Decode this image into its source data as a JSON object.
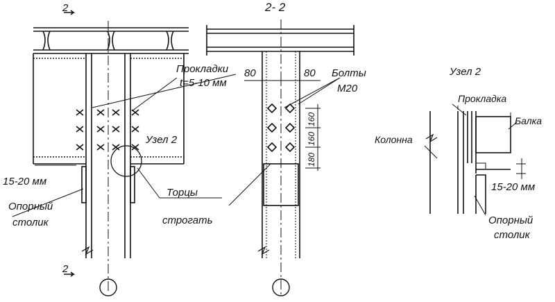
{
  "view_left": {
    "section_mark_top": "2",
    "section_mark_bottom": "2",
    "label_shims": "Прокладки",
    "label_shim_thickness": "t=5-10 мм",
    "label_node": "Узел 2",
    "label_gap": "15-20 мм",
    "label_support_line1": "Опорный",
    "label_support_line2": "столик",
    "label_ends_line1": "Торцы",
    "label_ends_line2": "строгать",
    "axis_marker": ""
  },
  "view_middle": {
    "title": "2- 2",
    "dim_left": "80",
    "dim_right": "80",
    "label_bolts": "Болты",
    "label_bolt_size": "M20",
    "dim_1": "160",
    "dim_2": "160",
    "dim_3": "180"
  },
  "view_right": {
    "title": "Узел 2",
    "label_shim": "Прокладка",
    "label_beam": "Балка",
    "label_column": "Колонна",
    "label_gap": "15-20 мм",
    "label_support_line1": "Опорный",
    "label_support_line2": "столик"
  }
}
